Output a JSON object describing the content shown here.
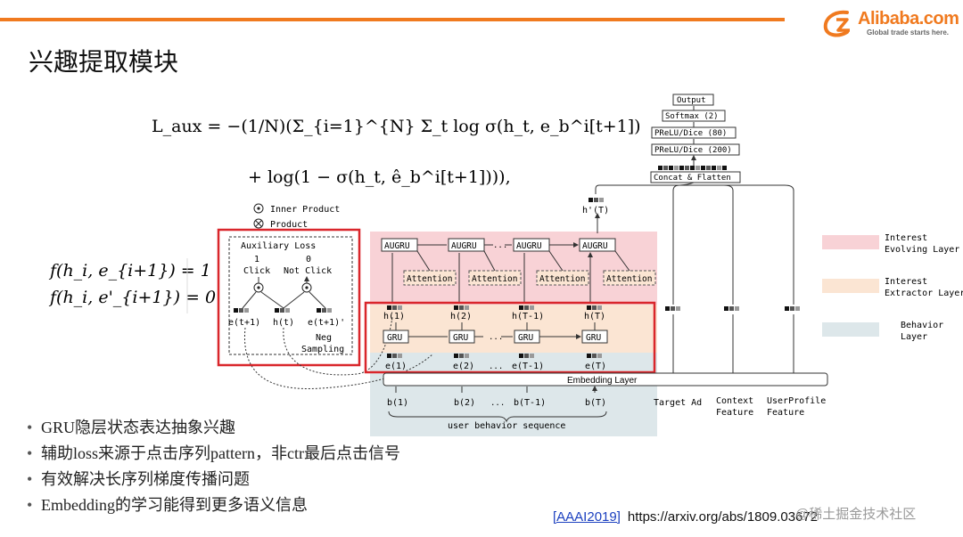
{
  "slide": {
    "title": "兴趣提取模块",
    "logo_brand": "Alibaba.com",
    "logo_tagline": "Global trade starts here.",
    "accent_color": "#f07a1f",
    "watermark": "@稀土掘金技术社区"
  },
  "formulas": {
    "aux_loss_line1": "L_aux = −(1/N)(Σ_{i=1}^{N} Σ_t log σ(h_t, e_b^i[t+1])",
    "aux_loss_line2": "+ log(1 − σ(h_t, ê_b^i[t+1]))),",
    "f_pos": "f(h_i, e_{i+1}) = 1",
    "f_neg": "f(h_i, e'_{i+1}) = 0"
  },
  "bullets": [
    "GRU隐层状态表达抽象兴趣",
    "辅助loss来源于点击序列pattern，非ctr最后点击信号",
    "有效解决长序列梯度传播问题",
    "Embedding的学习能得到更多语义信息"
  ],
  "reference": {
    "link_text": "[AAAI2019]",
    "url": "https://arxiv.org/abs/1809.03672"
  },
  "diagram": {
    "top_stack": [
      "Output",
      "Softmax (2)",
      "PReLU/Dice (80)",
      "PReLU/Dice (200)",
      "Concat & Flatten"
    ],
    "hT_label": "h'(T)",
    "legend_ops": [
      "Inner Product",
      "Product"
    ],
    "aux_box": {
      "title": "Auxiliary Loss",
      "pos_value": "1",
      "pos_label": "Click",
      "neg_value": "0",
      "neg_label": "Not Click",
      "inputs": [
        "e(t+1)",
        "h(t)",
        "e(t+1)'"
      ],
      "neg_sampling": [
        "Neg",
        "Sampling"
      ]
    },
    "augru_label": "AUGRU",
    "attention_label": "Attention",
    "gru_label": "GRU",
    "ellipsis": "...",
    "hidden_states": [
      "h(1)",
      "h(2)",
      "h(T-1)",
      "h(T)"
    ],
    "embeddings": [
      "e(1)",
      "e(2)",
      "e(T-1)",
      "e(T)"
    ],
    "behaviors": [
      "b(1)",
      "b(2)",
      "b(T-1)",
      "b(T)"
    ],
    "embedding_layer": "Embedding Layer",
    "sequence_caption": "user behavior sequence",
    "side_inputs": [
      "Target Ad",
      "Context Feature",
      "UserProfile Feature"
    ],
    "layer_legend": [
      {
        "label": "Interest Evolving Layer",
        "color": "#f8d2d6"
      },
      {
        "label": "Interest Extractor Layer",
        "color": "#fbe5d3"
      },
      {
        "label": "Behavior Layer",
        "color": "#dde7ea"
      }
    ],
    "highlight_color": "#d9262b"
  }
}
